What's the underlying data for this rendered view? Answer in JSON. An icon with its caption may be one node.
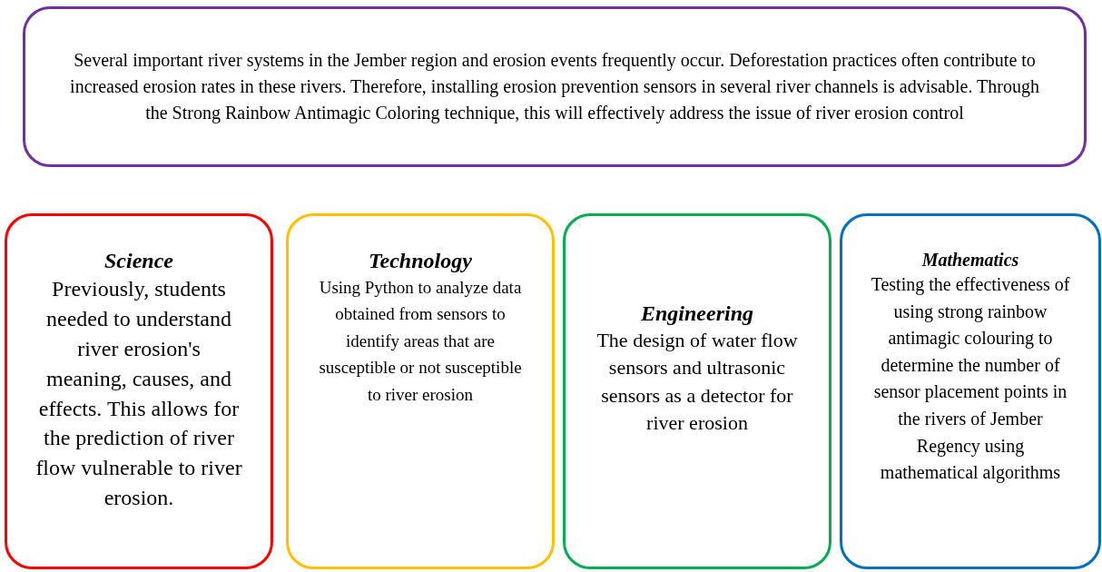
{
  "diagram": {
    "nodes": [
      {
        "text": [
          "Several important river systems in the Jember region and erosion events frequently occur. Deforestation practices often contribute to increased erosion rates in these rivers. Therefore, installing erosion prevention sensors in several river channels is advisable. Through the Strong Rainbow Antimagic Coloring technique, this will effectively address the issue of river erosion control"
        ]
      },
      {
        "text": [
          "Science",
          "Previously, students needed to understand river erosion's meaning, causes, and effects. This allows for the prediction of river flow vulnerable to river erosion."
        ]
      },
      {
        "text": [
          "Technology",
          "Using Python to analyze data obtained from sensors to identify areas that are susceptible or not susceptible to river erosion"
        ]
      },
      {
        "text": [
          "Engineering",
          "The design of water flow sensors and ultrasonic sensors as a detector for river erosion"
        ]
      },
      {
        "text": [
          "Mathematics",
          "Testing the effectiveness of using strong rainbow antimagic colouring to determine the number of sensor placement points in the rivers of Jember Regency using mathematical algorithms"
        ]
      }
    ]
  }
}
